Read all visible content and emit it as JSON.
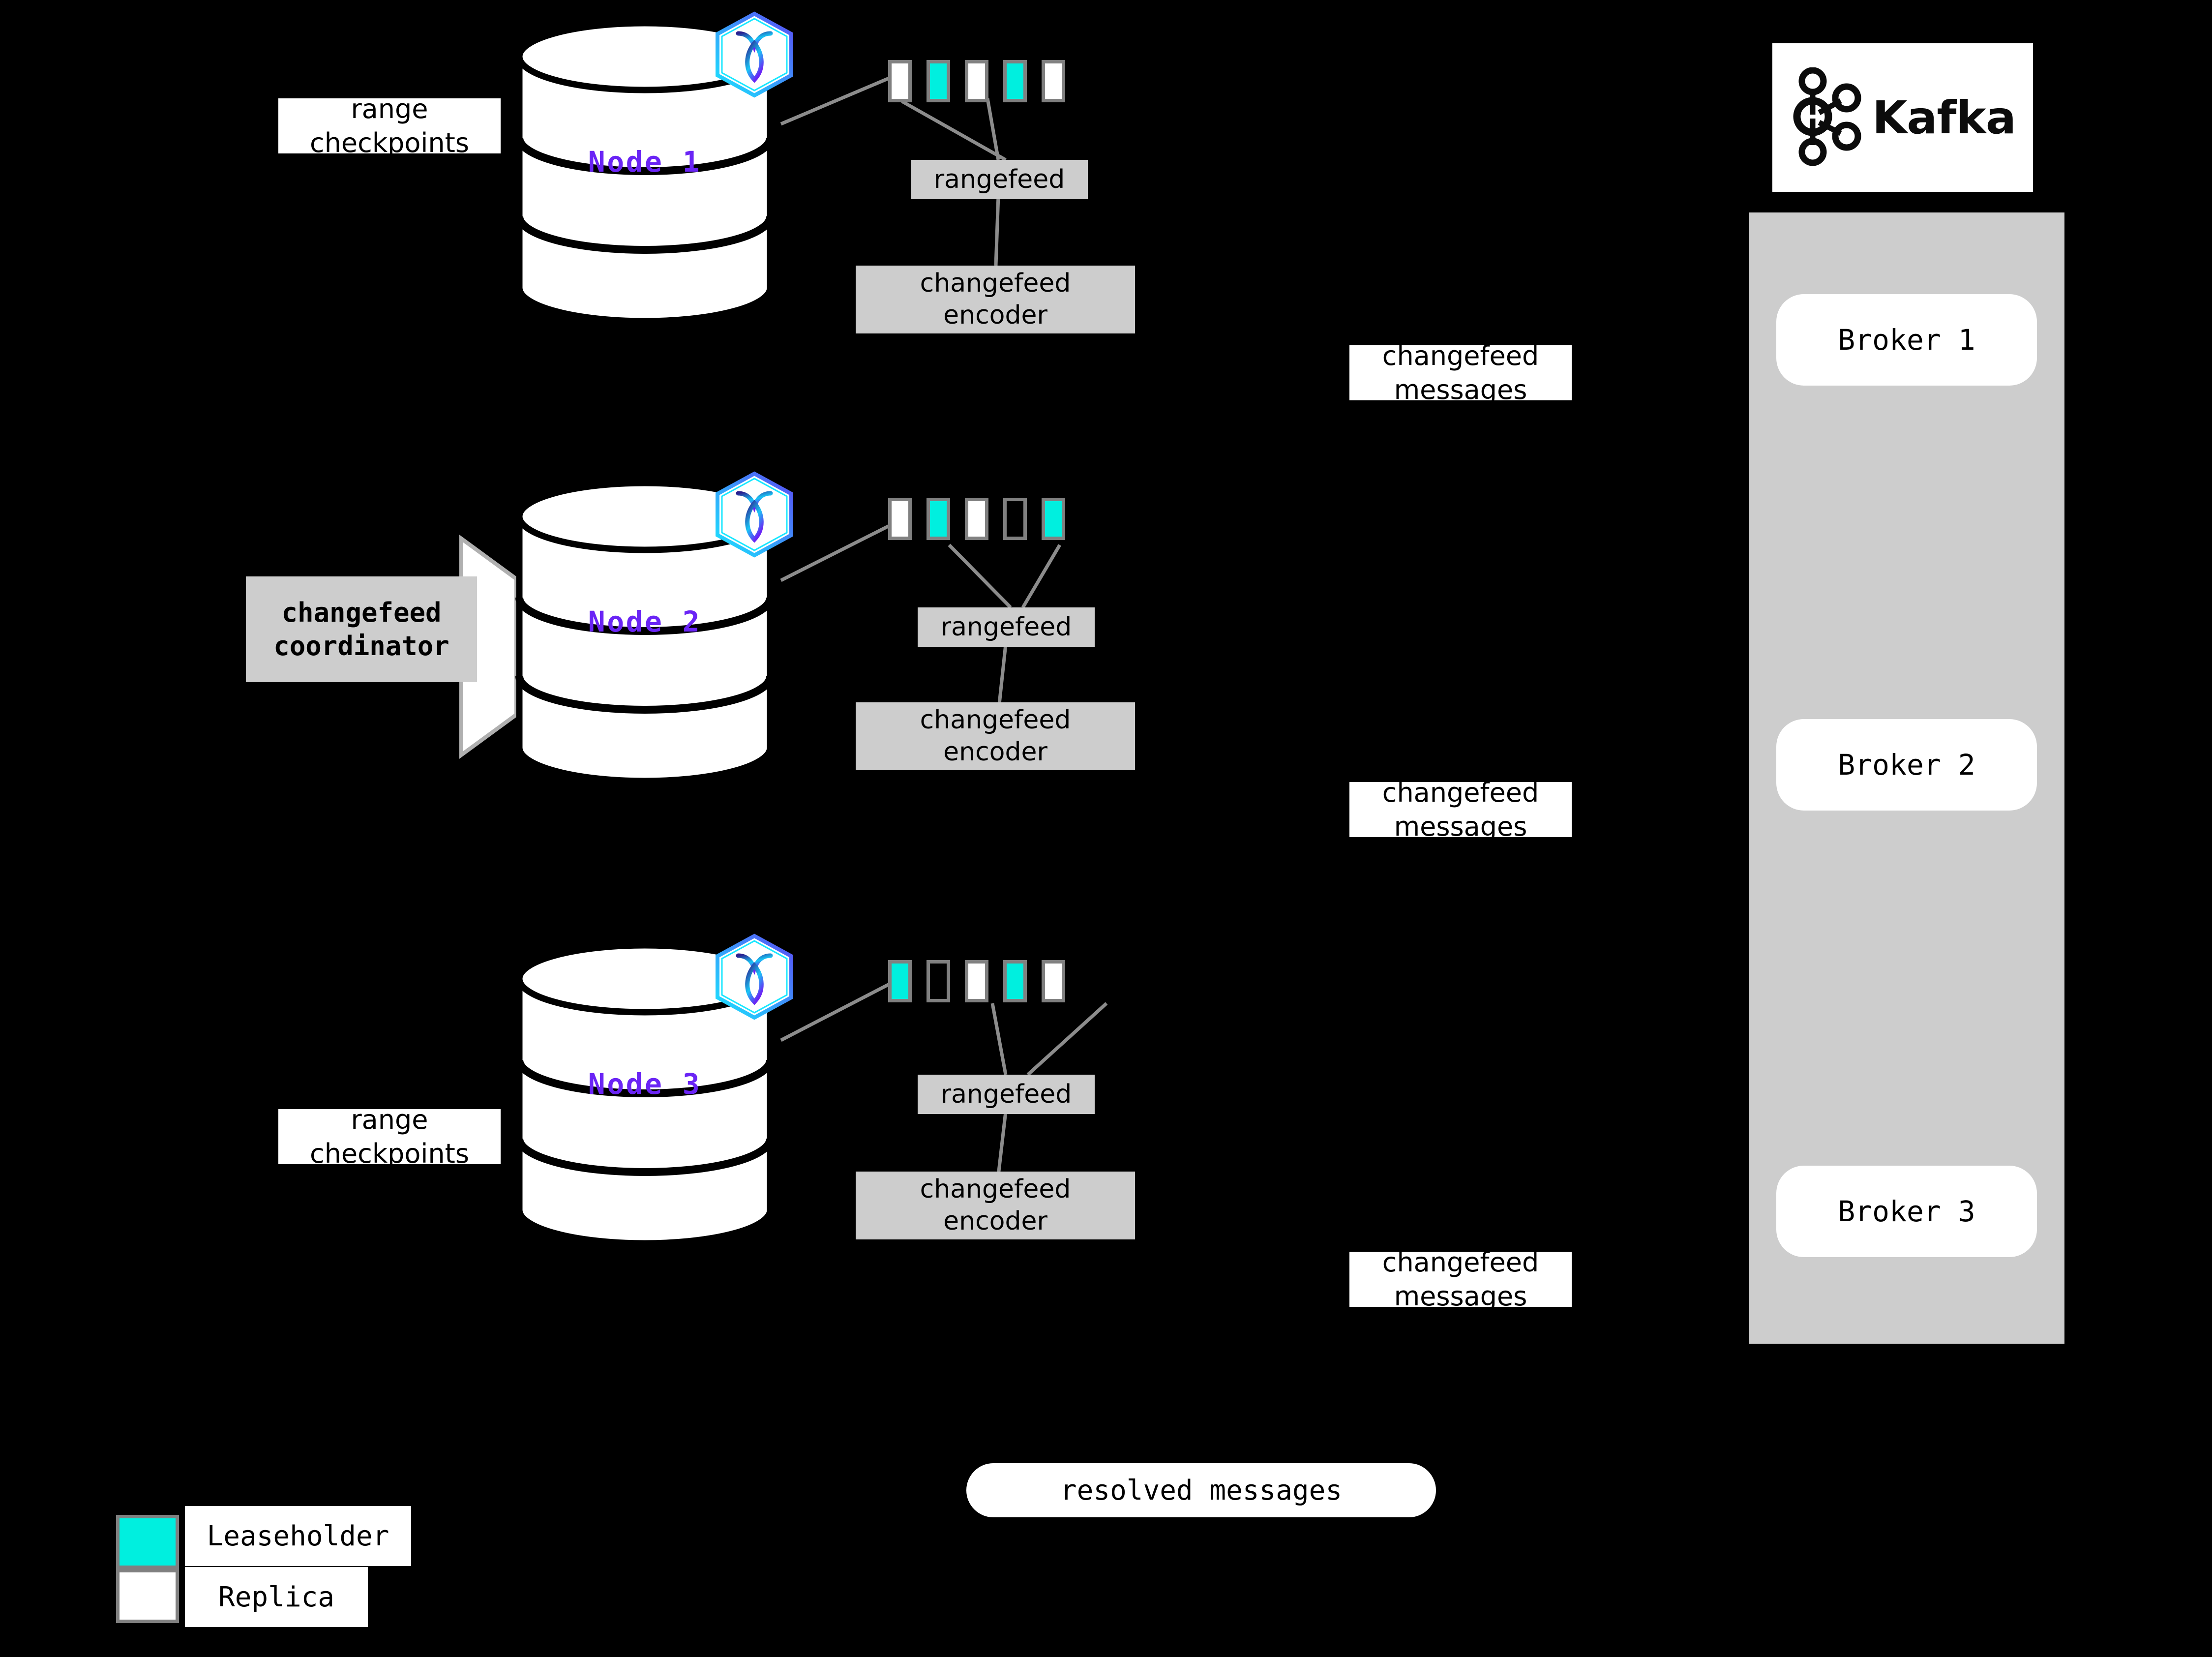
{
  "diagram": {
    "title": "CockroachDB changefeed to Kafka architecture",
    "background": "#000000",
    "accent_leaseholder": "#00EFDF",
    "accent_replica": "#FFFFFF",
    "accent_node_label": "#6A24F5",
    "accent_box": "#CDCDCD"
  },
  "nodes": [
    {
      "id": "node-1",
      "label": "Node 1",
      "checkpoint_label": "range\ncheckpoints",
      "ranges": [
        "replica",
        "leaseholder",
        "replica",
        "leaseholder",
        "replica"
      ],
      "rangefeed_label": "rangefeed",
      "encoder_label": "changefeed\nencoder",
      "messages_label": "changefeed\nmessages"
    },
    {
      "id": "node-2",
      "label": "Node 2",
      "coordinator_label": "changefeed\ncoordinator",
      "ranges": [
        "replica",
        "leaseholder",
        "replica",
        "empty",
        "leaseholder"
      ],
      "rangefeed_label": "rangefeed",
      "encoder_label": "changefeed\nencoder",
      "messages_label": "changefeed\nmessages"
    },
    {
      "id": "node-3",
      "label": "Node 3",
      "checkpoint_label": "range\ncheckpoints",
      "ranges": [
        "leaseholder",
        "empty",
        "replica",
        "leaseholder",
        "replica"
      ],
      "rangefeed_label": "rangefeed",
      "encoder_label": "changefeed\nencoder",
      "messages_label": "changefeed\nmessages"
    }
  ],
  "kafka": {
    "wordmark": "Kafka",
    "logo_icon": "kafka-logo-icon",
    "brokers": [
      "Broker 1",
      "Broker 2",
      "Broker 3"
    ]
  },
  "resolved": {
    "label": "resolved messages"
  },
  "legend": {
    "items": [
      {
        "swatch": "leaseholder",
        "color": "#00EFDF",
        "label": "Leaseholder"
      },
      {
        "swatch": "replica",
        "color": "#FFFFFF",
        "label": "Replica"
      }
    ]
  }
}
